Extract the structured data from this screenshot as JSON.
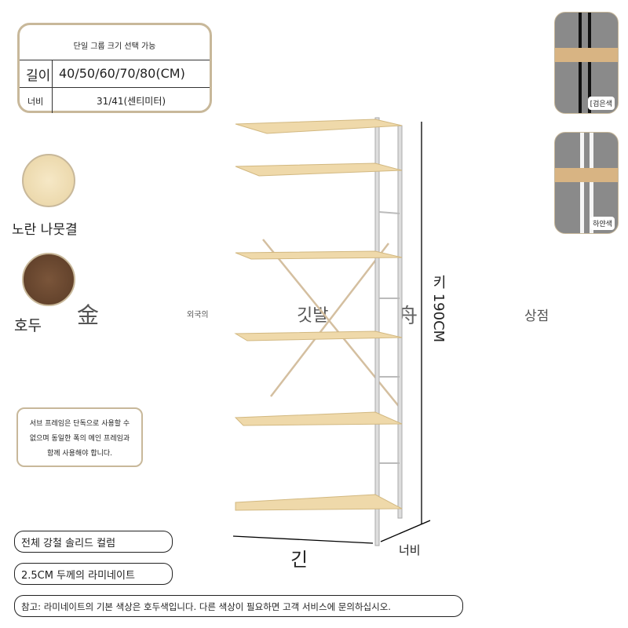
{
  "spec": {
    "title": "단일 그룹 크기 선택 가능",
    "length_label": "길이",
    "length_value": "40/50/60/70/80(CM)",
    "width_label": "너비",
    "width_value": "31/41(센티미터)"
  },
  "swatches": [
    {
      "label": "노란 나뭇결",
      "color": "#f0dfb6"
    },
    {
      "label": "호두",
      "color": "#6b4a33"
    }
  ],
  "watermark": {
    "a": "金",
    "b": "외국의",
    "c": "깃발",
    "d": "舟",
    "e": "상점"
  },
  "frame_colors": [
    {
      "label": "[검은색",
      "color": "#111111"
    },
    {
      "label": "하얀색",
      "color": "#f5f5f5"
    }
  ],
  "note": {
    "line1": "서브 프레임은 단독으로 사용할 수",
    "line2": "없으며 동일한 폭의 메인 프레임과",
    "line3": "함께 사용해야 합니다."
  },
  "dimensions": {
    "height": "키 190CM",
    "length": "긴",
    "width": "너비"
  },
  "features": [
    "전체 강철 솔리드 컬럼",
    "2.5CM 두께의 라미네이트"
  ],
  "footnote": "참고: 라미네이트의 기본 색상은 호두색입니다. 다른 색상이 필요하면 고객 서비스에 문의하십시오."
}
